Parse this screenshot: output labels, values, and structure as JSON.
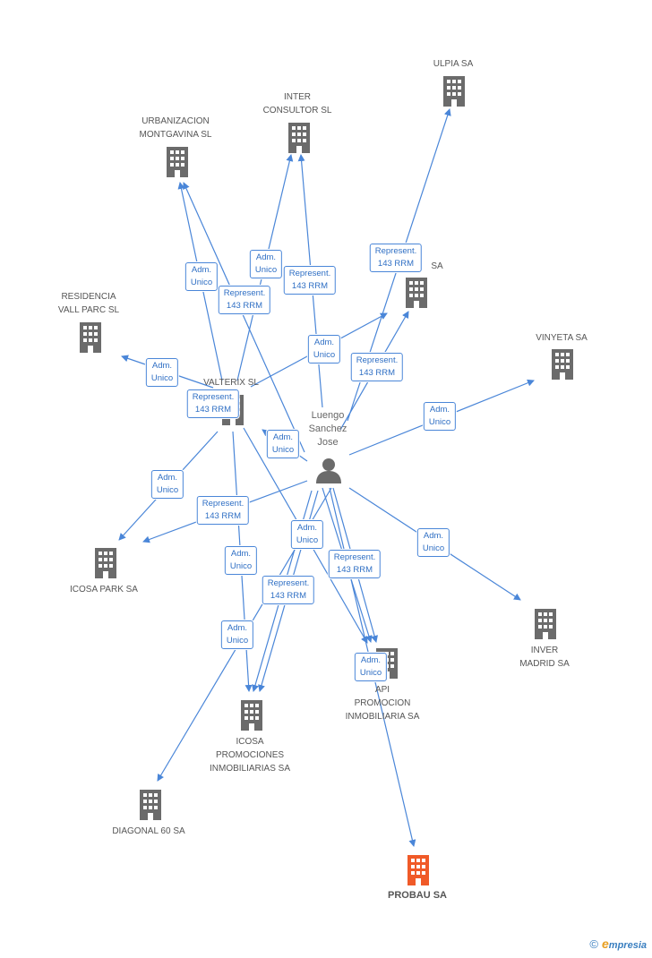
{
  "nodes": {
    "ulpia": "ULPIA SA",
    "inter": "INTER\nCONSULTOR SL",
    "urbanizacion": "URBANIZACION\nMONTGAVINA SL",
    "sa_hidden": "SA",
    "residencia": "RESIDENCIA\nVALL PARC SL",
    "vinyeta": "VINYETA SA",
    "valterix": "VALTERIX SL",
    "icosa_park": "ICOSA PARK SA",
    "inver": "INVER\nMADRID SA",
    "api": "API\nPROMOCION\nINMOBILIARIA SA",
    "icosa_prom": "ICOSA\nPROMOCIONES\nINMOBILIARIAS SA",
    "diagonal": "DIAGONAL 60 SA",
    "probau": "PROBAU SA"
  },
  "person": {
    "name": "Luengo\nSanchez\nJose"
  },
  "edge_labels": {
    "adm_unico": "Adm.\nUnico",
    "represent": "Represent.\n143 RRM"
  },
  "colors": {
    "edge": "#4a86d8",
    "building": "#6b6b6b",
    "target_building": "#f05a28"
  },
  "footer": {
    "copyright": "©",
    "brand_initial": "e",
    "brand_rest": "mpresia"
  }
}
